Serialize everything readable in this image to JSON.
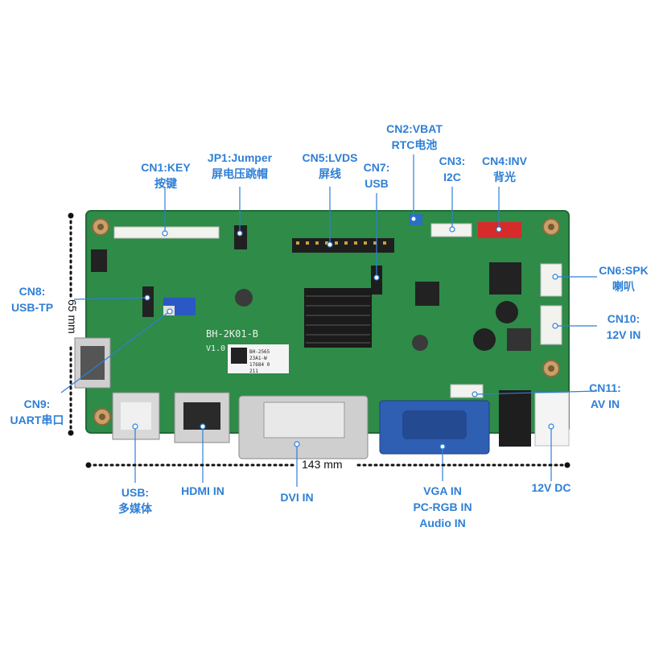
{
  "colors": {
    "label_blue": "#2f7fd6",
    "pcb_green": "#2e8b48",
    "heatsink": "#1b1b1b",
    "vga_blue": "#2f5fb3",
    "dimension_black": "#111111"
  },
  "board": {
    "model_text": "BH-2K01-B",
    "version_text": "V1.0",
    "sticker_lines": [
      "BH-2565",
      "23A1-W",
      "17684 0",
      "211"
    ]
  },
  "dimensions": {
    "width_text": "143 mm",
    "height_text": "65 mm"
  },
  "labels": {
    "cn1": [
      "CN1:KEY",
      "按键"
    ],
    "jp1": [
      "JP1:Jumper",
      "屏电压跳帽"
    ],
    "cn5": [
      "CN5:LVDS",
      "屏线"
    ],
    "cn7": [
      "CN7:",
      "USB"
    ],
    "cn2": [
      "CN2:VBAT",
      "RTC电池"
    ],
    "cn3": [
      "CN3:",
      "I2C"
    ],
    "cn4": [
      "CN4:INV",
      "背光"
    ],
    "cn6": [
      "CN6:SPK",
      "喇叭"
    ],
    "cn10": [
      "CN10:",
      "12V IN"
    ],
    "cn11": [
      "CN11:",
      "AV IN"
    ],
    "cn8": [
      "CN8:",
      "USB-TP"
    ],
    "cn9": [
      "CN9:",
      "UART串口"
    ],
    "usb": [
      "USB:",
      "多媒体"
    ],
    "hdmi": [
      "HDMI IN"
    ],
    "dvi": [
      "DVI IN"
    ],
    "vga": [
      "VGA IN",
      "PC-RGB IN",
      "Audio IN"
    ],
    "dc": [
      "12V DC"
    ]
  }
}
